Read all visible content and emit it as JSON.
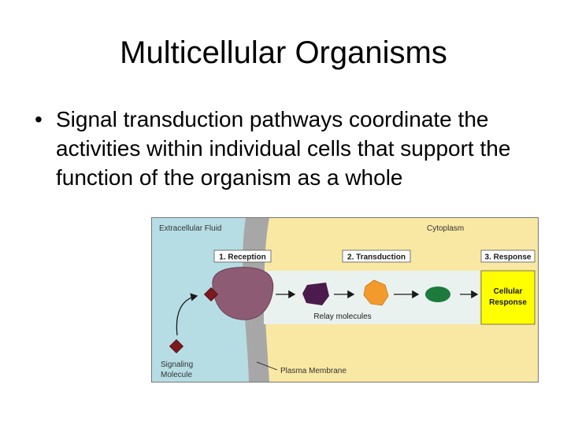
{
  "slide": {
    "title": "Multicellular Organisms",
    "bullet": "Signal transduction pathways coordinate the activities within individual cells that support the function of the organism as a whole"
  },
  "diagram": {
    "regions": {
      "extracellular": "Extracellular Fluid",
      "cytoplasm": "Cytoplasm"
    },
    "steps": [
      {
        "label": "1. Reception"
      },
      {
        "label": "2. Transduction"
      },
      {
        "label": "3. Response"
      }
    ],
    "response_box": [
      "Cellular",
      "Response"
    ],
    "relay_label": "Relay molecules",
    "signaling_label": [
      "Signaling",
      "Molecule"
    ],
    "membrane_label": "Plasma Membrane",
    "colors": {
      "extracellular": "#b6dde4",
      "membrane": "#a7a7a7",
      "cytoplasm": "#f9e8a3",
      "relay_band": "#eaf2ef",
      "receptor": "#8d5c74",
      "signal_molecule": "#7d1a1e",
      "relay_1": "#4a1b4c",
      "relay_2": "#f39a2c",
      "relay_3": "#1c7a3c",
      "response": "#ffff00"
    },
    "icons": [
      "signaling-molecule-icon",
      "receptor-protein-icon",
      "relay-molecule-icon",
      "arrow-icon"
    ]
  }
}
